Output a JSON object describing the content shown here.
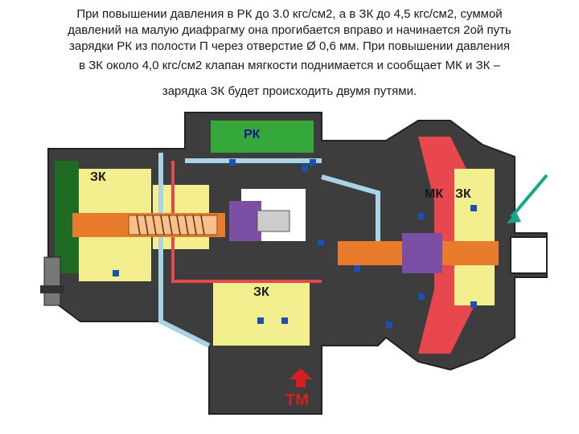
{
  "description": {
    "line1": "При повышении давления в РК до 3.0 кгс/см2, а в ЗК до 4,5 кгс/см2, суммой",
    "line2": "давлений на малую диафрагму она прогибается вправо и начинается 2ой путь",
    "line3": "зарядки РК из полости П через отверстие Ø 0,6 мм. При повышении давления",
    "line4": "в ЗК около 4,0 кгс/см2 клапан мягкости поднимается и сообщает МК и ЗК –",
    "line5": "зарядка ЗК будет происходить двумя путями."
  },
  "labels": {
    "rk": "РК",
    "zk_left": "ЗК",
    "zk_bottom": "ЗК",
    "mk": "МК",
    "zk_right": "ЗК",
    "tm": "ТМ"
  },
  "colors": {
    "body": "#3d3d3d",
    "chamber_green": "#35a83a",
    "chamber_yellow": "#f3ef8e",
    "chamber_dark_green": "#1e6b24",
    "piston_orange": "#e97c2c",
    "diaphragm_red": "#e8484d",
    "port_blue": "#1a4fb5",
    "pointer_teal": "#14a88a",
    "tm_red": "#d62020"
  }
}
